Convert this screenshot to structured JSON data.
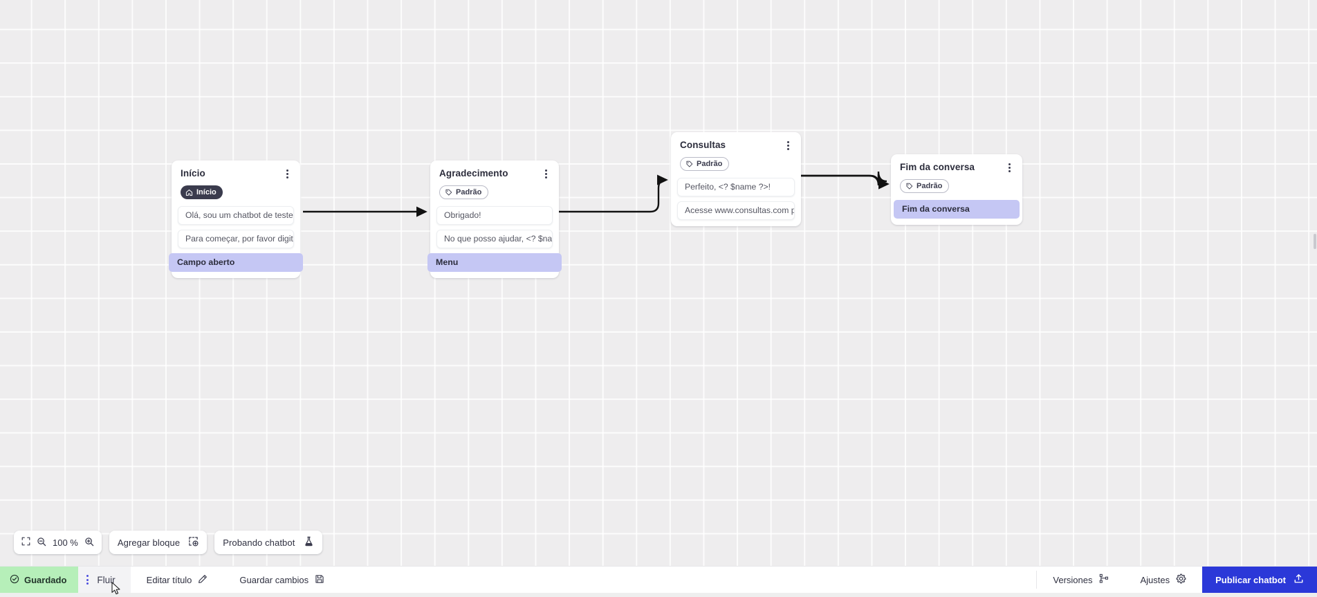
{
  "canvas": {
    "background_color": "#eeedee",
    "grid": true
  },
  "nodes": [
    {
      "id": "inicio",
      "title": "Início",
      "tag": {
        "label": "Início",
        "style": "dark",
        "icon": "home-icon"
      },
      "messages": [
        "Olá, sou um chatbot de teste!",
        "Para começar, por favor digite o ..."
      ],
      "port": "Campo aberto"
    },
    {
      "id": "agradecimento",
      "title": "Agradecimento",
      "tag": {
        "label": "Padrão",
        "style": "outline",
        "icon": "tag-icon"
      },
      "messages": [
        "Obrigado!",
        "No que posso ajudar, <? $name ..."
      ],
      "port": "Menu"
    },
    {
      "id": "consultas",
      "title": "Consultas",
      "tag": {
        "label": "Padrão",
        "style": "outline",
        "icon": "tag-icon"
      },
      "messages": [
        "Perfeito, <? $name ?>!",
        "Acesse www.consultas.com par..."
      ],
      "port": null
    },
    {
      "id": "fim",
      "title": "Fim da conversa",
      "tag": {
        "label": "Padrão",
        "style": "outline",
        "icon": "tag-icon"
      },
      "messages": [],
      "port": "Fim da conversa"
    }
  ],
  "toolbar": {
    "fit_icon": "fit-screen-icon",
    "zoom_out_icon": "zoom-out-icon",
    "zoom_level": "100 %",
    "zoom_in_icon": "zoom-in-icon",
    "add_block_label": "Agregar bloque",
    "add_block_icon": "add-block-icon",
    "test_chatbot_label": "Probando chatbot",
    "test_chatbot_icon": "flask-icon"
  },
  "statusbar": {
    "saved_label": "Guardado",
    "saved_icon": "check-circle-icon",
    "saved_bg": "#b6efb9",
    "flow_tab_label": "Fluir",
    "flow_tab_menu_icon": "kebab-icon",
    "edit_title_label": "Editar título",
    "edit_title_icon": "pencil-icon",
    "save_changes_label": "Guardar cambios",
    "save_changes_icon": "save-icon",
    "versions_label": "Versiones",
    "versions_icon": "branch-icon",
    "settings_label": "Ajustes",
    "settings_icon": "gear-icon",
    "publish_label": "Publicar chatbot",
    "publish_icon": "upload-icon",
    "publish_color": "#2b38d8"
  }
}
